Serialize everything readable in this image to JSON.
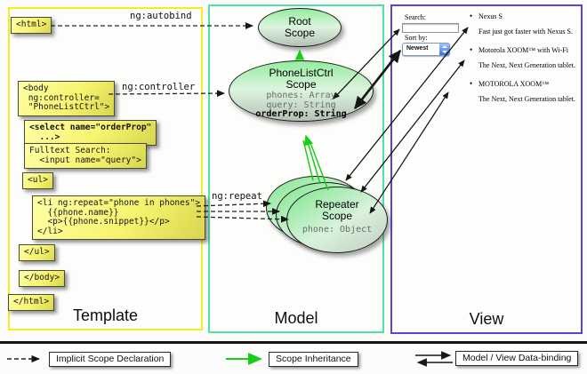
{
  "colors": {
    "template_border": "#f2ef1e",
    "model_border": "#4de3a4",
    "view_border": "#5a43d6",
    "code_box_yellow": "#f7f470",
    "scope_green": "#95ec9f",
    "inheritance_green": "#17cf17",
    "arrow_black": "#161616"
  },
  "connectors": {
    "autobind": "ng:autobind",
    "controller": "ng:controller",
    "repeat": "ng:repeat"
  },
  "template_panel": {
    "label": "Template",
    "boxes": {
      "html_open": "<html>",
      "body_open": "<body\n ng:controller=\n \"PhoneListCtrl\">",
      "select": "<select name=\"orderProp\"\n  ...>",
      "fulltext": "Fulltext Search:\n  <input name=\"query\">",
      "ul_open": "<ul>",
      "li_repeat": "<li ng:repeat=\"phone in phones\">\n  {{phone.name}}\n  <p>{{phone.snippet}}</p>\n</li>",
      "ul_close": "</ul>",
      "body_close": "</body>",
      "html_close": "</html>"
    }
  },
  "model_panel": {
    "label": "Model",
    "root_scope_title": "Root\nScope",
    "phonelist_title": "PhoneListCtrl\nScope",
    "phonelist_props": {
      "phones": "phones: Array",
      "query": "query: String",
      "orderProp": "orderProp: String"
    },
    "repeater_title": "Repeater\nScope",
    "repeater_prop": "phone: Object"
  },
  "view_panel": {
    "label": "View",
    "search_label": "Search:",
    "search_value": "",
    "sort_label": "Sort by:",
    "sort_value": "Newest",
    "items": [
      {
        "title": "Nexus S",
        "desc": "Fast just got faster with Nexus S."
      },
      {
        "title": "Motorola XOOM™ with Wi-Fi",
        "desc": "The Next, Next Generation tablet."
      },
      {
        "title": "MOTOROLA XOOM™",
        "desc": "The Next, Next Generation tablet."
      }
    ]
  },
  "legend": {
    "implicit": "Implicit Scope Declaration",
    "inheritance": "Scope Inheritance",
    "databinding": "Model / View Data-binding"
  }
}
